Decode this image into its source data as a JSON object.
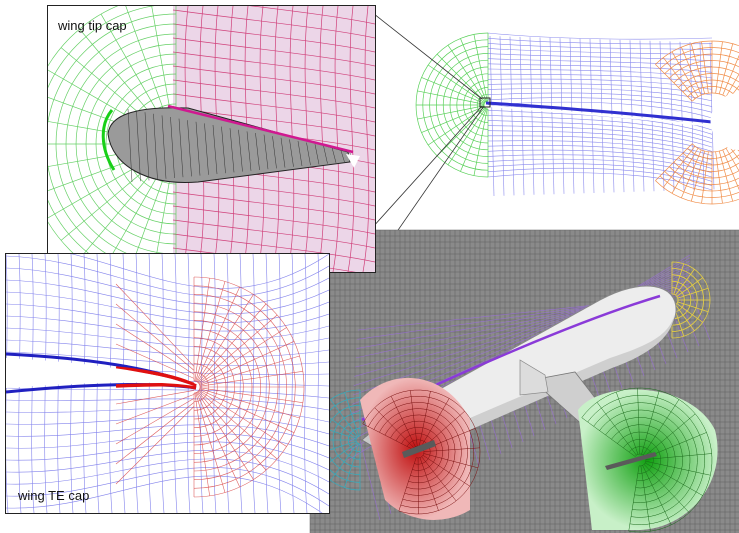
{
  "figure": {
    "panels": [
      {
        "id": "tip",
        "label": "wing tip cap"
      },
      {
        "id": "te",
        "label": "wing TE cap"
      }
    ],
    "colors": {
      "background": "#ffffff",
      "frame": "#222222",
      "grid_blue": "#5a5ae6",
      "grid_magenta": "#d0407a",
      "grid_green": "#3cc83c",
      "grid_orange": "#ee7a2a",
      "grid_red": "#d63a3a",
      "grid_purple": "#8a5ad8",
      "grid_yellow": "#e8d040",
      "surface_gray": "#8c8c8c",
      "fuselage_white": "#f2f2f2"
    }
  }
}
